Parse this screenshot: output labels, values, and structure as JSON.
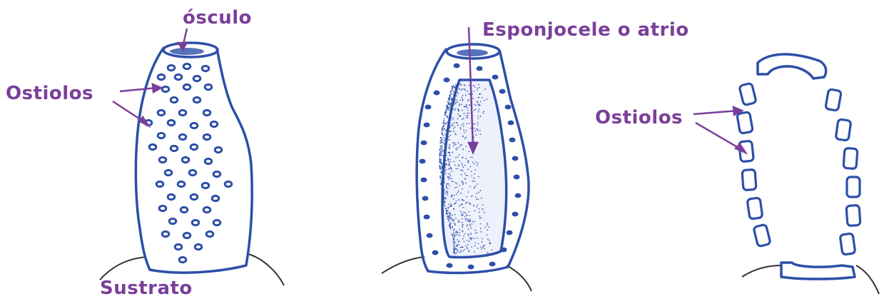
{
  "labels": {
    "osculo": "ósculo",
    "ostiolos_left": "Ostiolos",
    "sustrato": "Sustrato",
    "espongiocele": "Esponjocele o atrio",
    "ostiolos_right": "Ostiolos"
  },
  "colors": {
    "outline": "#2c4fa8",
    "label": "#7a3f9a",
    "substrate": "#333333"
  }
}
